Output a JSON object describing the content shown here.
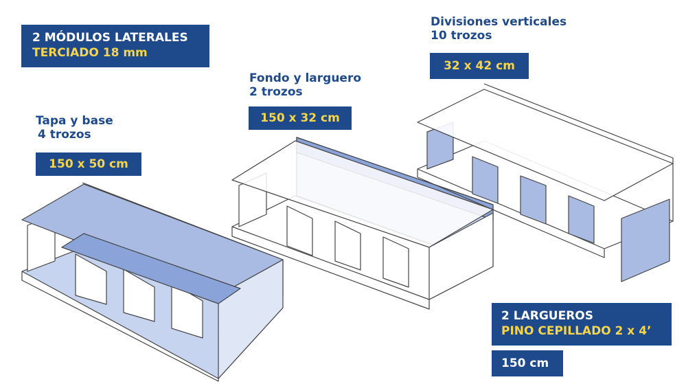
{
  "colors": {
    "navy": "#1e4a8c",
    "yellow": "#f7d54a",
    "highlight_blue": "#8aa3d8",
    "light_blue": "#c7d4ef",
    "outline": "#444444"
  },
  "title_box": {
    "line1": "2 MÓDULOS LATERALES",
    "line2": "TERCIADO 18 mm"
  },
  "tapa_base": {
    "heading1": "Tapa y base",
    "heading2": "4 trozos",
    "dimension": "150 x 50 cm"
  },
  "fondo_larguero": {
    "heading1": "Fondo y larguero",
    "heading2": "2 trozos",
    "dimension": "150 x 32 cm"
  },
  "divisiones": {
    "heading1": "Divisiones verticales",
    "heading2": "10 trozos",
    "dimension": "32 x 42 cm"
  },
  "largueros_box": {
    "line1": "2 LARGUEROS",
    "line2": "PINO CEPILLADO 2 x 4’",
    "dimension": "150 cm"
  }
}
